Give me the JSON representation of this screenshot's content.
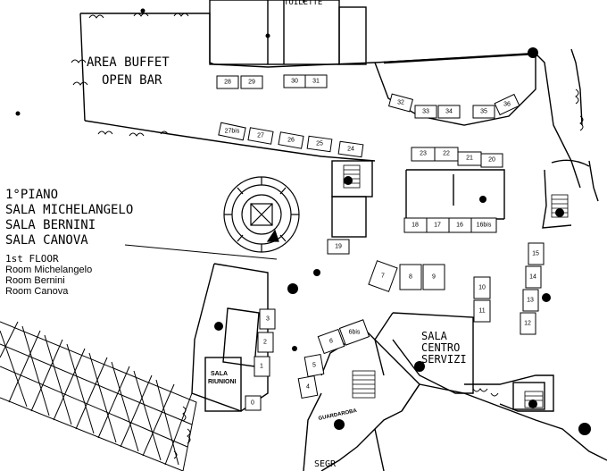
{
  "labels": {
    "toilette": "TOILETTE",
    "buffet_line1": "AREA BUFFET",
    "buffet_line2": "OPEN BAR",
    "floor_it_1": "1°PIANO",
    "floor_it_2": "SALA  MICHELANGELO",
    "floor_it_3": "SALA   BERNINI",
    "floor_it_4": "SALA   CANOVA",
    "floor_en_1": "1st FLOOR",
    "floor_en_2": "Room Michelangelo",
    "floor_en_3": "Room Bernini",
    "floor_en_4": "Room Canova",
    "sala_riunioni_1": "SALA",
    "sala_riunioni_2": "RIUNIONI",
    "centro_1": "SALA",
    "centro_2": "CENTRO",
    "centro_3": "SERVIZI",
    "guardaroba": "GUARDAROBA",
    "segr": "SEGR"
  },
  "booths": {
    "b28": "28",
    "b29": "29",
    "b30": "30",
    "b31": "31",
    "b32": "32",
    "b33": "33",
    "b34": "34",
    "b35": "35",
    "b36": "36",
    "b27bis": "27bis",
    "b27": "27",
    "b26": "26",
    "b25": "25",
    "b24": "24",
    "b23": "23",
    "b22": "22",
    "b21": "21",
    "b20": "20",
    "b19": "19",
    "b18": "18",
    "b17": "17",
    "b16": "16",
    "b16bis": "16bis",
    "b15": "15",
    "b14": "14",
    "b13": "13",
    "b12": "12",
    "b11": "11",
    "b10": "10",
    "b9": "9",
    "b8": "8",
    "b7": "7",
    "b6": "6",
    "b6bis": "6bis",
    "b5": "5",
    "b4": "4",
    "b3": "3",
    "b2": "2",
    "b1": "1",
    "b0": "0"
  }
}
